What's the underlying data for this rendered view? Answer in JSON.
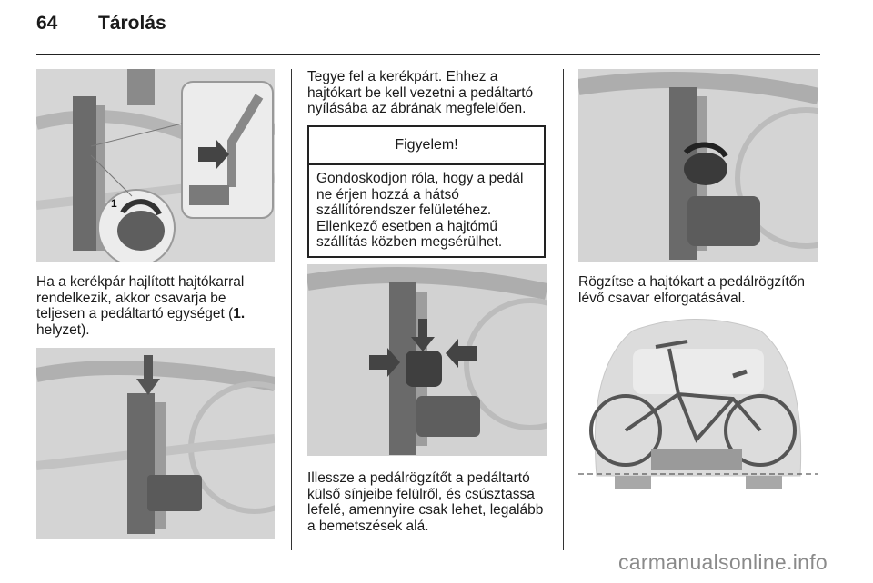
{
  "header": {
    "page_number": "64",
    "title": "Tárolás"
  },
  "col1": {
    "para1_part1": "Ha a kerékpár hajlított hajtókarral rendelkezik, akkor csavarja be teljesen a pedáltartó egységet (",
    "para1_bold": "1.",
    "para1_part2": " helyzet)."
  },
  "col2": {
    "para1": "Tegye fel a kerékpárt. Ehhez a hajtókart be kell vezetni a pedáltartó nyílásába az ábrának megfelelően.",
    "note_title": "Figyelem!",
    "note_body": "Gondoskodjon róla, hogy a pedál ne érjen hozzá a hátsó szállítórendszer felületéhez. Ellenkező esetben a hajtómű szállítás közben megsérülhet.",
    "para2": "Illessze a pedálrögzítőt a pedáltartó külső sínjeibe felülről, és csúsztassa lefelé, amennyire csak lehet, legalább a bemetszések alá."
  },
  "col3": {
    "para1": "Rögzítse a hajtókart a pedálrögzítőn lévő csavar elforgatásával."
  },
  "watermark": "carmanualsonline.info",
  "figure_labels": {
    "fig1_callout": "1"
  }
}
